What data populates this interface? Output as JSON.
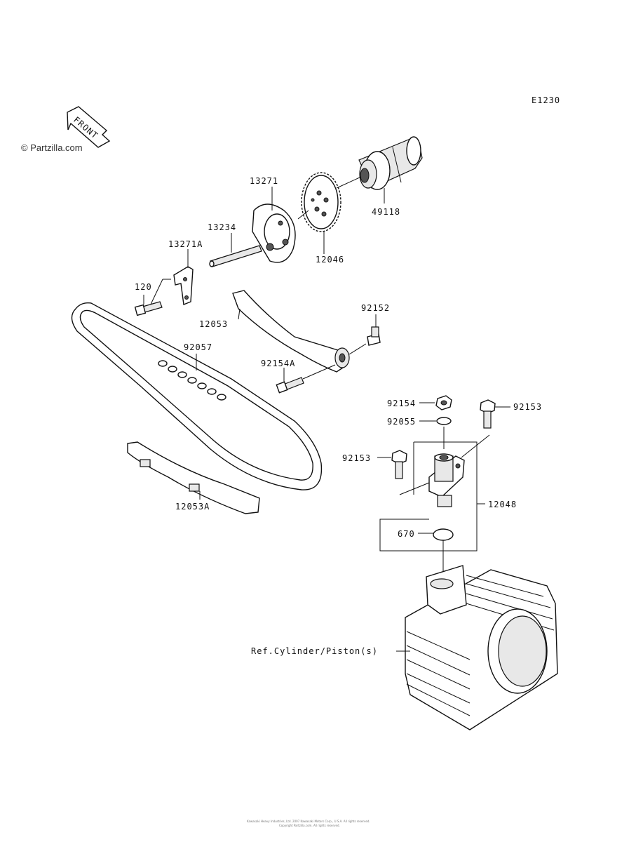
{
  "diagram": {
    "code": "E1230",
    "watermark": "© Partzilla.com",
    "front_label": "FRONT",
    "footer_lines": [
      "Kawasaki Heavy Industries, Ltd. 2007 Kawasaki Motors Corp., U.S.A. All rights reserved.",
      "Copyright Partzilla.com. All rights reserved."
    ]
  },
  "callouts": [
    {
      "id": "13271",
      "text": "13271"
    },
    {
      "id": "13234",
      "text": "13234"
    },
    {
      "id": "13271A",
      "text": "13271A"
    },
    {
      "id": "120",
      "text": "120"
    },
    {
      "id": "12046",
      "text": "12046"
    },
    {
      "id": "49118",
      "text": "49118"
    },
    {
      "id": "12053",
      "text": "12053"
    },
    {
      "id": "92152",
      "text": "92152"
    },
    {
      "id": "92057",
      "text": "92057"
    },
    {
      "id": "92154A",
      "text": "92154A"
    },
    {
      "id": "92154",
      "text": "92154"
    },
    {
      "id": "92153a",
      "text": "92153"
    },
    {
      "id": "92055",
      "text": "92055"
    },
    {
      "id": "92153b",
      "text": "92153"
    },
    {
      "id": "12048",
      "text": "12048"
    },
    {
      "id": "670",
      "text": "670"
    },
    {
      "id": "12053A",
      "text": "12053A"
    },
    {
      "id": "ref",
      "text": "Ref.Cylinder/Piston(s)"
    }
  ]
}
